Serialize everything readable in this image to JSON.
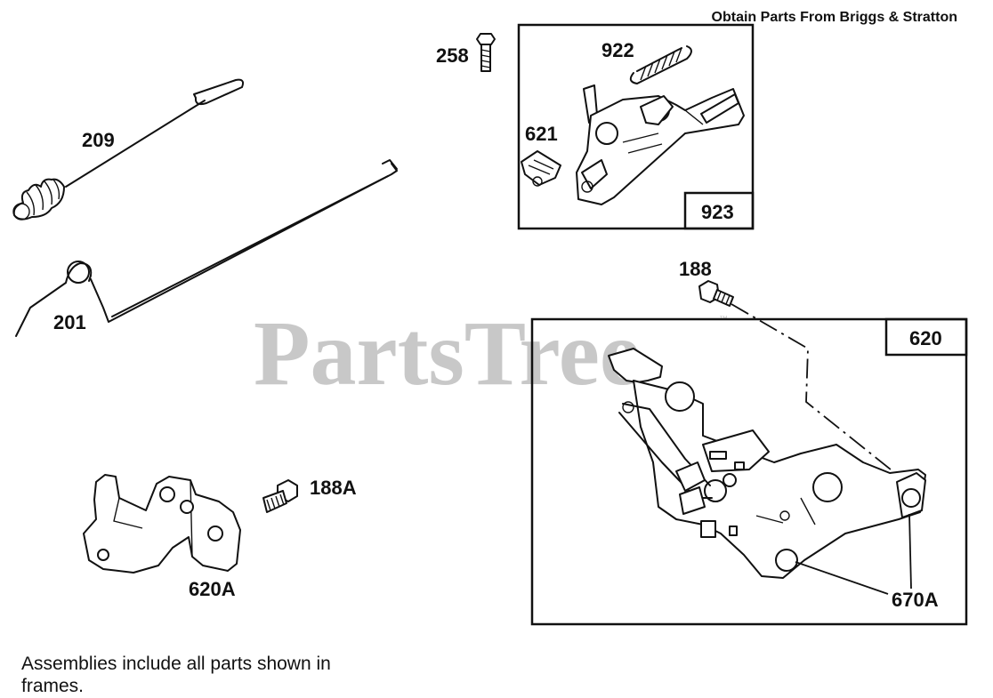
{
  "header": {
    "text": "Obtain Parts From Briggs & Stratton"
  },
  "watermark": {
    "text": "PartsTree",
    "trademark": "™",
    "color": "#c8c8c8"
  },
  "parts": {
    "p258": "258",
    "p922": "922",
    "p621": "621",
    "p923": "923",
    "p209": "209",
    "p201": "201",
    "p188": "188",
    "p620": "620",
    "p188a": "188A",
    "p620a": "620A",
    "p670a": "670A"
  },
  "footer": {
    "line1": "Assemblies include all parts shown in",
    "line2": "frames."
  }
}
